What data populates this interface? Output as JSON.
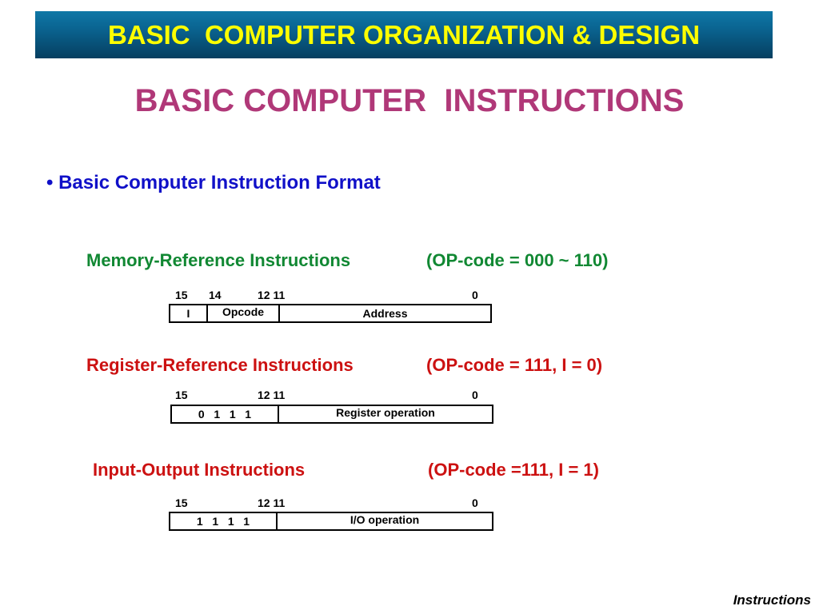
{
  "header": {
    "title": "BASIC  COMPUTER ORGANIZATION & DESIGN"
  },
  "slide": {
    "title": "BASIC COMPUTER  INSTRUCTIONS",
    "bullet": "• Basic Computer Instruction Format"
  },
  "memory_reference": {
    "heading": "Memory-Reference Instructions",
    "opcode_note": "(OP-code = 000 ~ 110)",
    "bit_labels": [
      "15",
      "14",
      "12 11",
      "0"
    ],
    "fields": [
      "I",
      "Opcode",
      "Address"
    ]
  },
  "register_reference": {
    "heading": "Register-Reference Instructions",
    "opcode_note": "(OP-code = 111, I = 0)",
    "bit_labels": [
      "15",
      "12 11",
      "0"
    ],
    "fields": [
      "0   1   1   1",
      "Register operation"
    ]
  },
  "input_output": {
    "heading": "Input-Output Instructions",
    "opcode_note": "(OP-code =111, I = 1)",
    "bit_labels": [
      "15",
      "12 11",
      "0"
    ],
    "fields": [
      "1   1   1   1",
      "I/O operation"
    ]
  },
  "footer": {
    "label": "Instructions"
  },
  "colors": {
    "banner_text": "#ffff00",
    "banner_background": "#0a6592",
    "slide_title": "#b03878",
    "bullet": "#1010c8",
    "memory_heading": "#118833",
    "register_heading": "#cc1111",
    "io_heading": "#cc1111"
  }
}
